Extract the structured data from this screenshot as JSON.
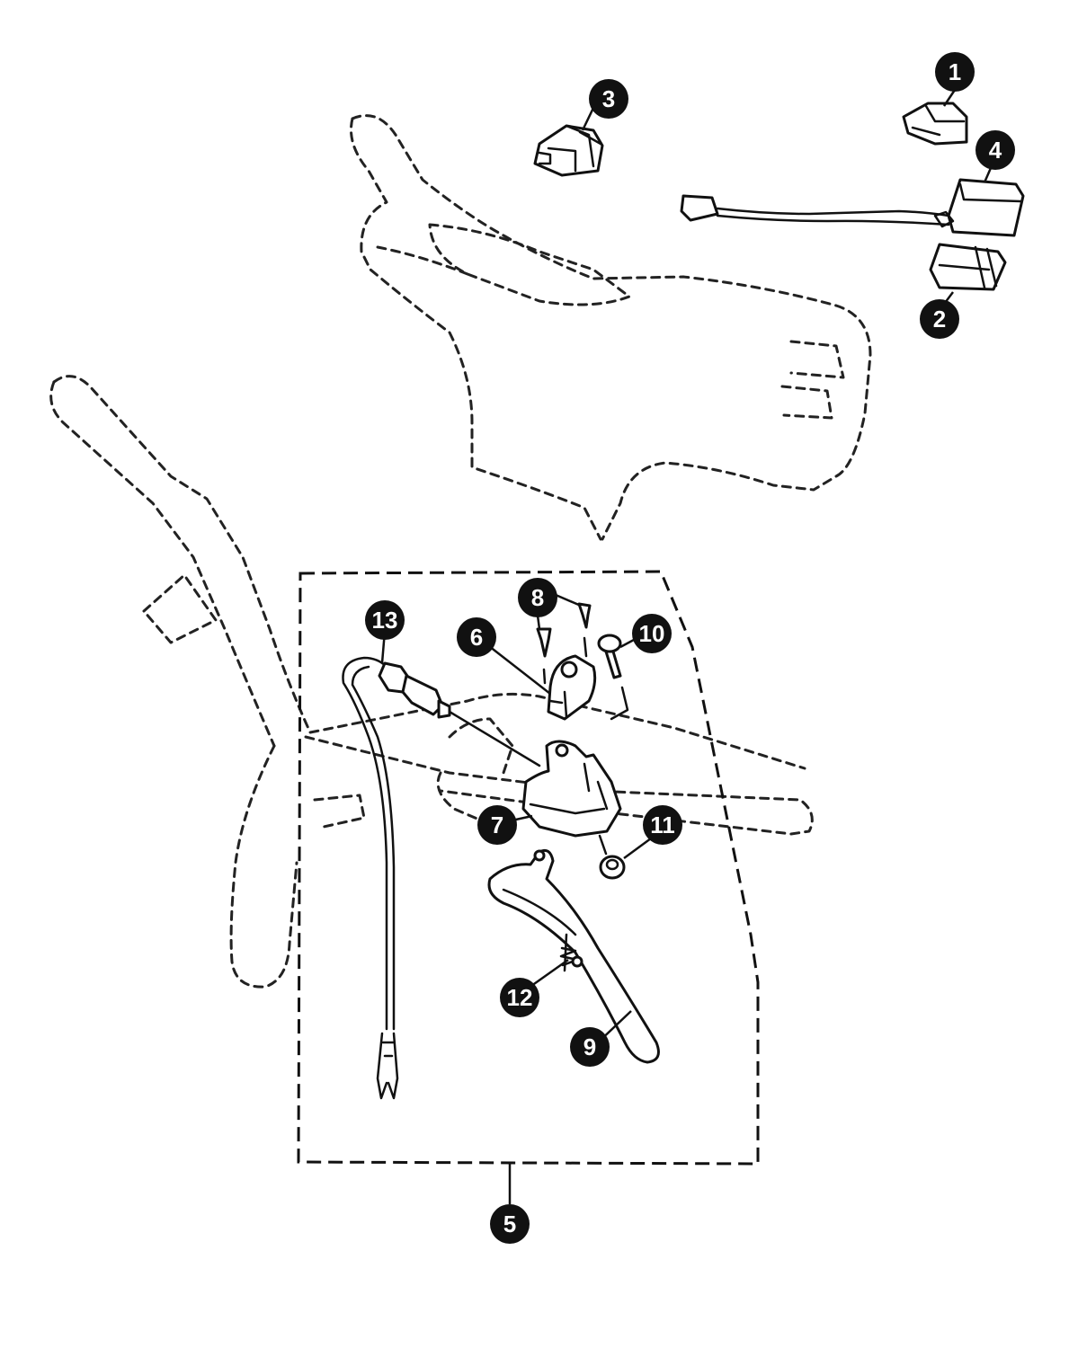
{
  "callouts": [
    {
      "id": "1",
      "label": "1"
    },
    {
      "id": "2",
      "label": "2"
    },
    {
      "id": "3",
      "label": "3"
    },
    {
      "id": "4",
      "label": "4"
    },
    {
      "id": "5",
      "label": "5"
    },
    {
      "id": "6",
      "label": "6"
    },
    {
      "id": "7",
      "label": "7"
    },
    {
      "id": "8",
      "label": "8"
    },
    {
      "id": "9",
      "label": "9"
    },
    {
      "id": "10",
      "label": "10"
    },
    {
      "id": "11",
      "label": "11"
    },
    {
      "id": "12",
      "label": "12"
    },
    {
      "id": "13",
      "label": "13"
    }
  ],
  "colors": {
    "ink": "#111111",
    "paper": "#ffffff"
  }
}
